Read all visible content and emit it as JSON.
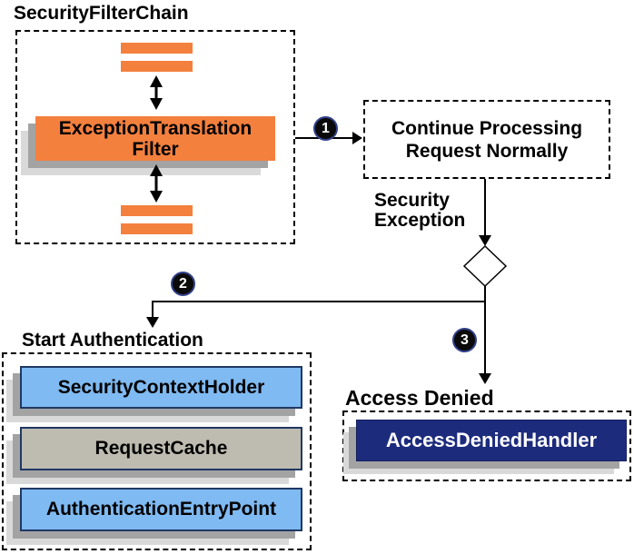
{
  "filter_chain": {
    "title": "SecurityFilterChain",
    "filter_line1": "ExceptionTranslation",
    "filter_line2": "Filter"
  },
  "continue_box": {
    "line1": "Continue Processing",
    "line2": "Request Normally"
  },
  "exception_label": {
    "line1": "Security",
    "line2": "Exception"
  },
  "steps": {
    "step1": "1",
    "step2": "2",
    "step3": "3"
  },
  "start_auth": {
    "title": "Start Authentication",
    "items": [
      "SecurityContextHolder",
      "RequestCache",
      "AuthenticationEntryPoint"
    ]
  },
  "access_denied": {
    "title": "Access Denied",
    "handler_label": "AccessDeniedHandler"
  },
  "colors": {
    "filter_orange": "#f4803e",
    "handler_light_blue": "#7fbaf2",
    "handler_navy": "#1d2b7d",
    "handler_warm_gray": "#bebbb0",
    "shadow_dark": "#a3a3a3",
    "shadow_light": "#d9d9d9",
    "box_border_navy": "#1f3864"
  }
}
